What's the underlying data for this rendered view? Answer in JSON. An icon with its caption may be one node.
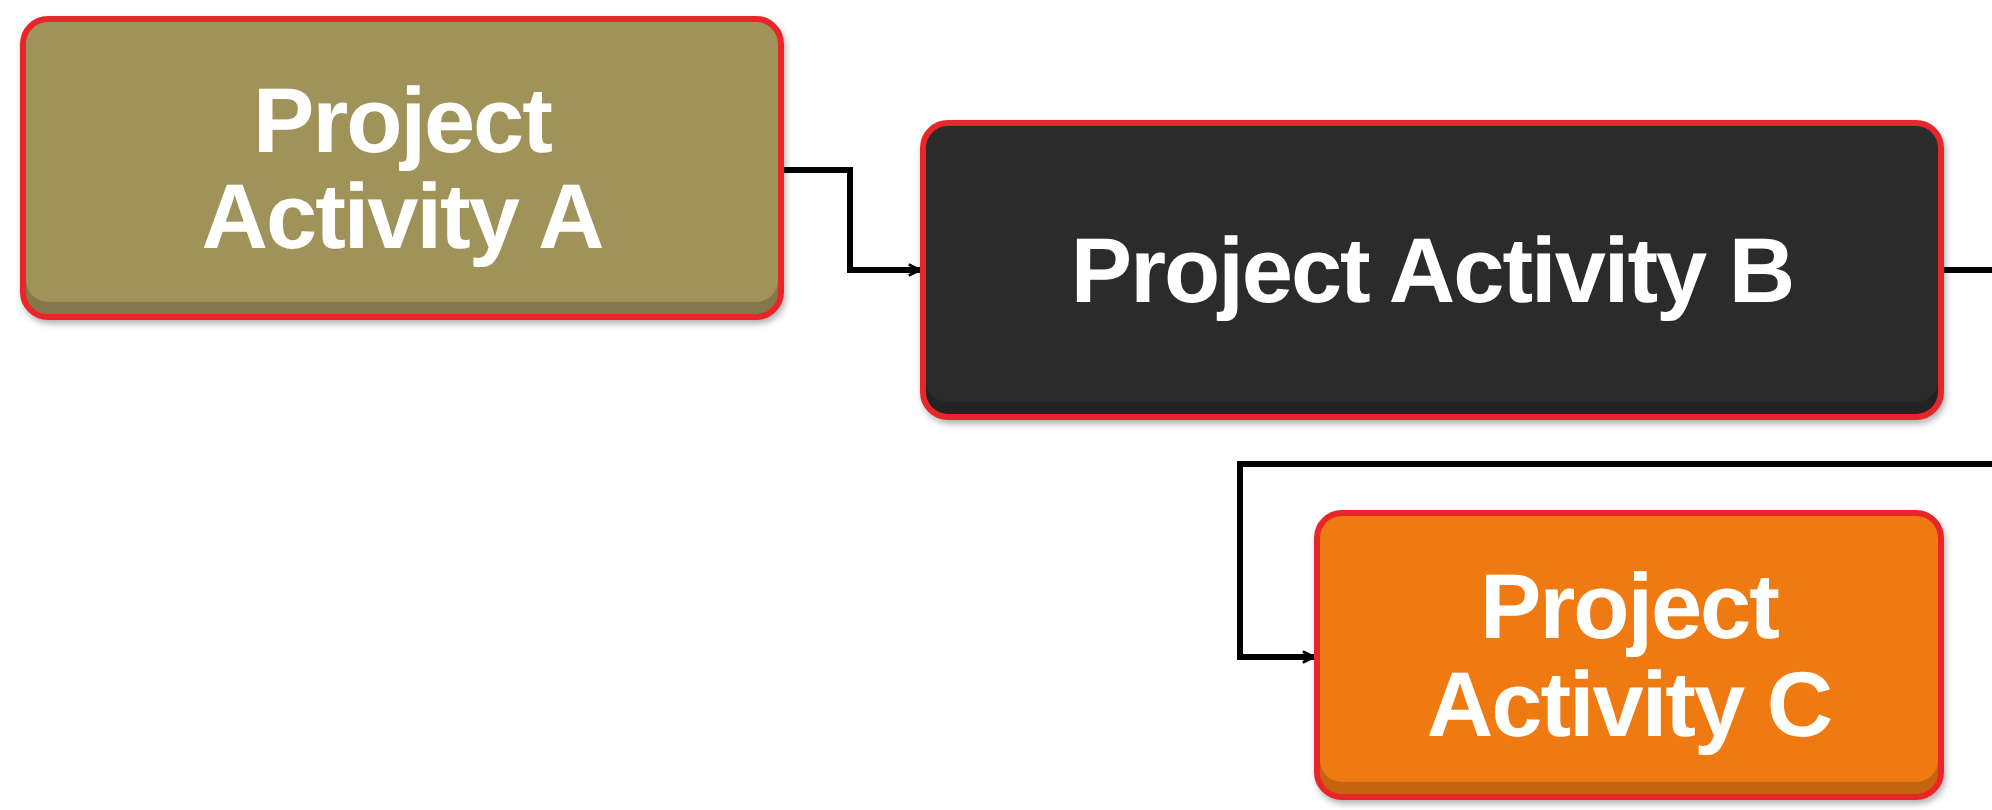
{
  "diagram": {
    "nodes": [
      {
        "text": [
          "Project Activity A"
        ]
      },
      {
        "text": [
          "Project Activity B"
        ]
      },
      {
        "text": [
          "Project Activity C"
        ]
      }
    ],
    "edges": [
      {
        "from": 0,
        "to": 1,
        "arrow": "to"
      },
      {
        "from": 1,
        "to": 2,
        "arrow": "to"
      }
    ]
  }
}
